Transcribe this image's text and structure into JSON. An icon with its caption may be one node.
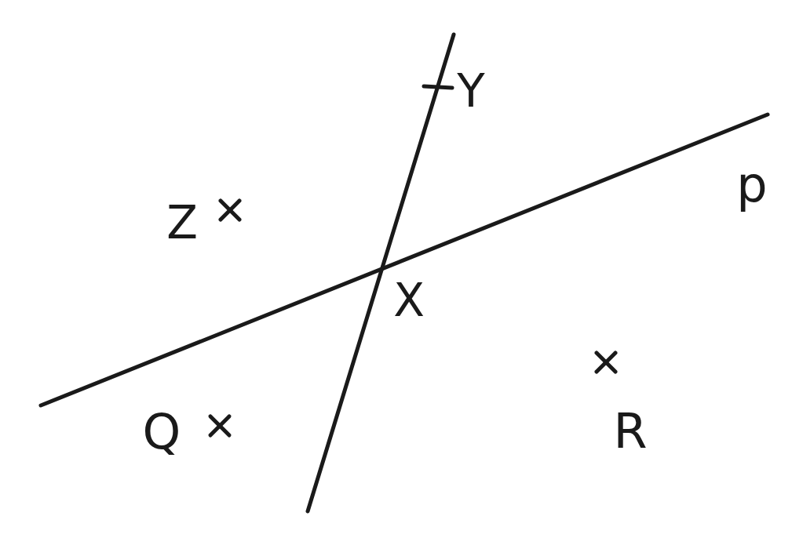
{
  "diagram": {
    "labels": [
      "Y",
      "p",
      "Z",
      "X",
      "Q",
      "R"
    ]
  }
}
